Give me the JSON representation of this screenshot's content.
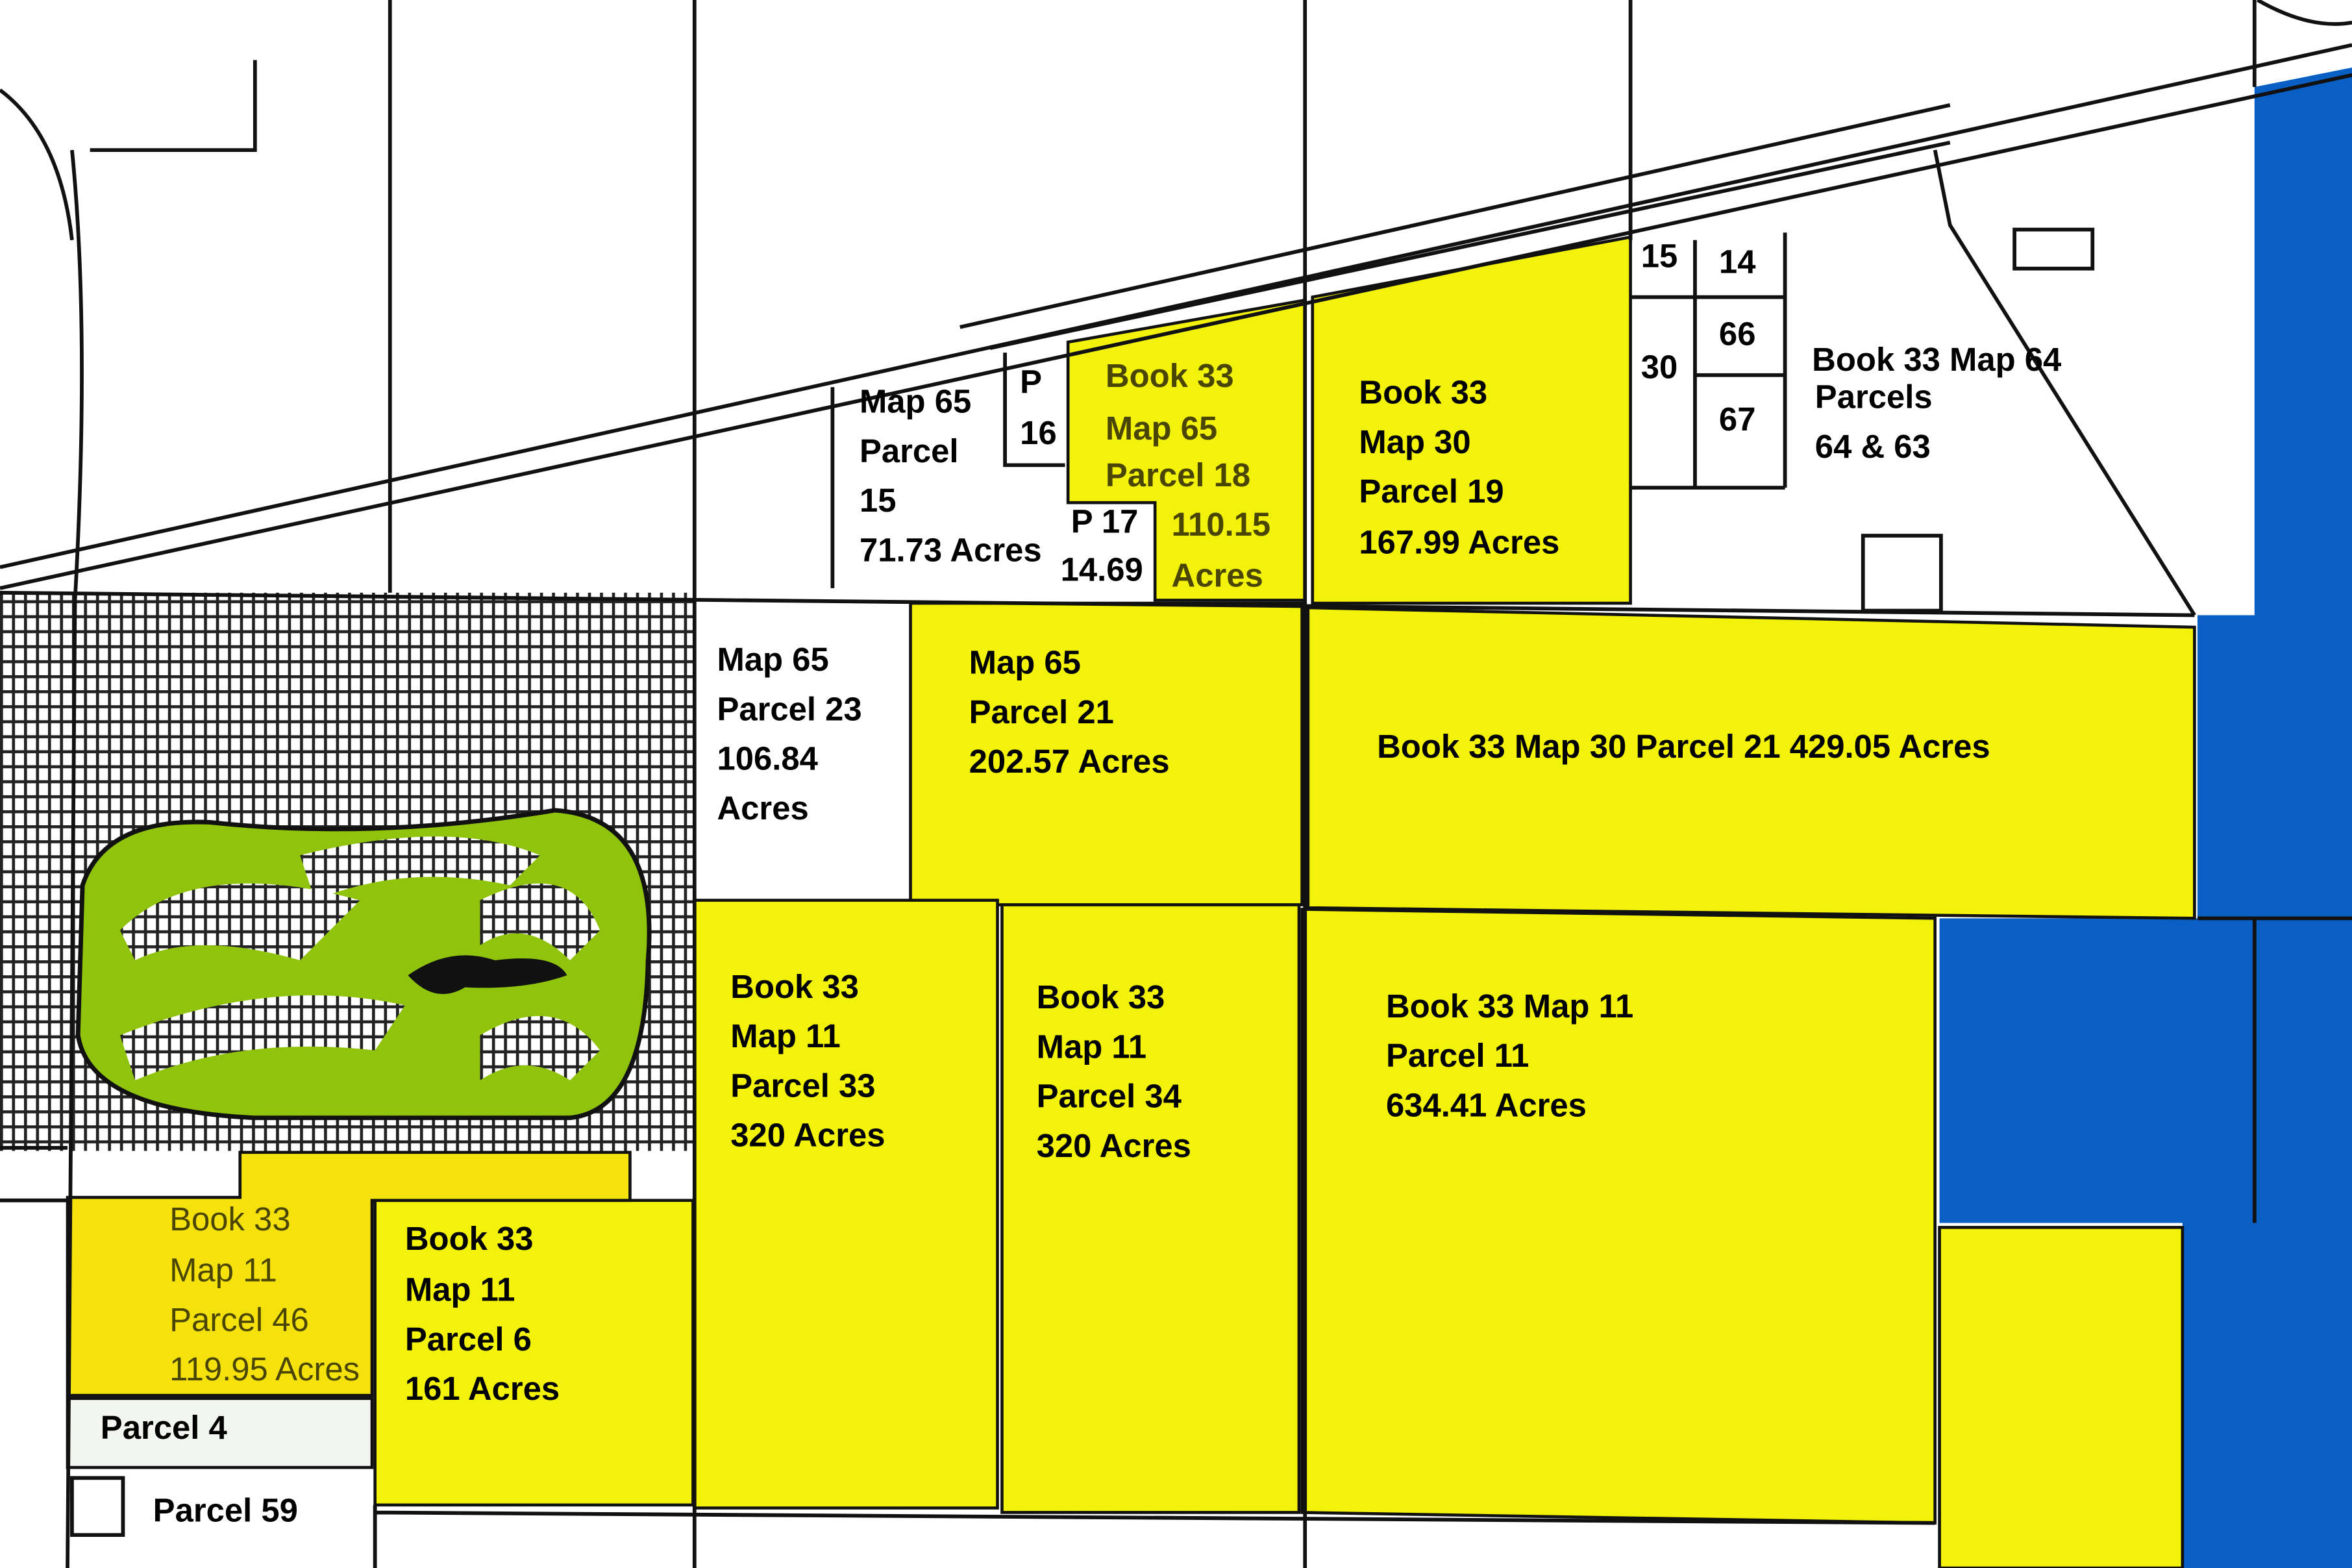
{
  "colors": {
    "highlight": "#f2f20a",
    "highlight_alt": "#f5e20c",
    "water_blue": "#0a5fc4",
    "golf_green": "#8fc30c",
    "paper": "#ffffff",
    "line": "#111111"
  },
  "parcels": {
    "m65p15": [
      "Map 65",
      "Parcel",
      "15",
      "71.73 Acres"
    ],
    "p16": [
      "P",
      "16"
    ],
    "m65p18": [
      "Book 33",
      "Map 65",
      "Parcel 18",
      "110.15",
      "Acres"
    ],
    "p17": [
      "P 17",
      "14.69"
    ],
    "m30p19": [
      "Book 33",
      "Map 30",
      "Parcel 19",
      "167.99 Acres"
    ],
    "small": [
      "15",
      "14",
      "66",
      "30",
      "67"
    ],
    "m64": [
      "Book 33 Map 64",
      "Parcels",
      "64 & 63"
    ],
    "m65p23": [
      "Map 65",
      "Parcel 23",
      "106.84",
      "Acres"
    ],
    "m65p21": [
      "Map 65",
      "Parcel 21",
      "202.57 Acres"
    ],
    "m30p21": "Book 33 Map 30 Parcel 21 429.05 Acres",
    "m11p33": [
      "Book 33",
      "Map 11",
      "Parcel 33",
      "320 Acres"
    ],
    "m11p34": [
      "Book 33",
      "Map 11",
      "Parcel 34",
      "320 Acres"
    ],
    "m11p11": [
      "Book 33 Map 11",
      "Parcel 11",
      "634.41 Acres"
    ],
    "m11p46": [
      "Book 33",
      "Map 11",
      "Parcel 46",
      "119.95 Acres"
    ],
    "m11p6": [
      "Book 33",
      "Map 11",
      "Parcel 6",
      "161 Acres"
    ],
    "p4": "Parcel 4",
    "p59": "Parcel 59"
  }
}
